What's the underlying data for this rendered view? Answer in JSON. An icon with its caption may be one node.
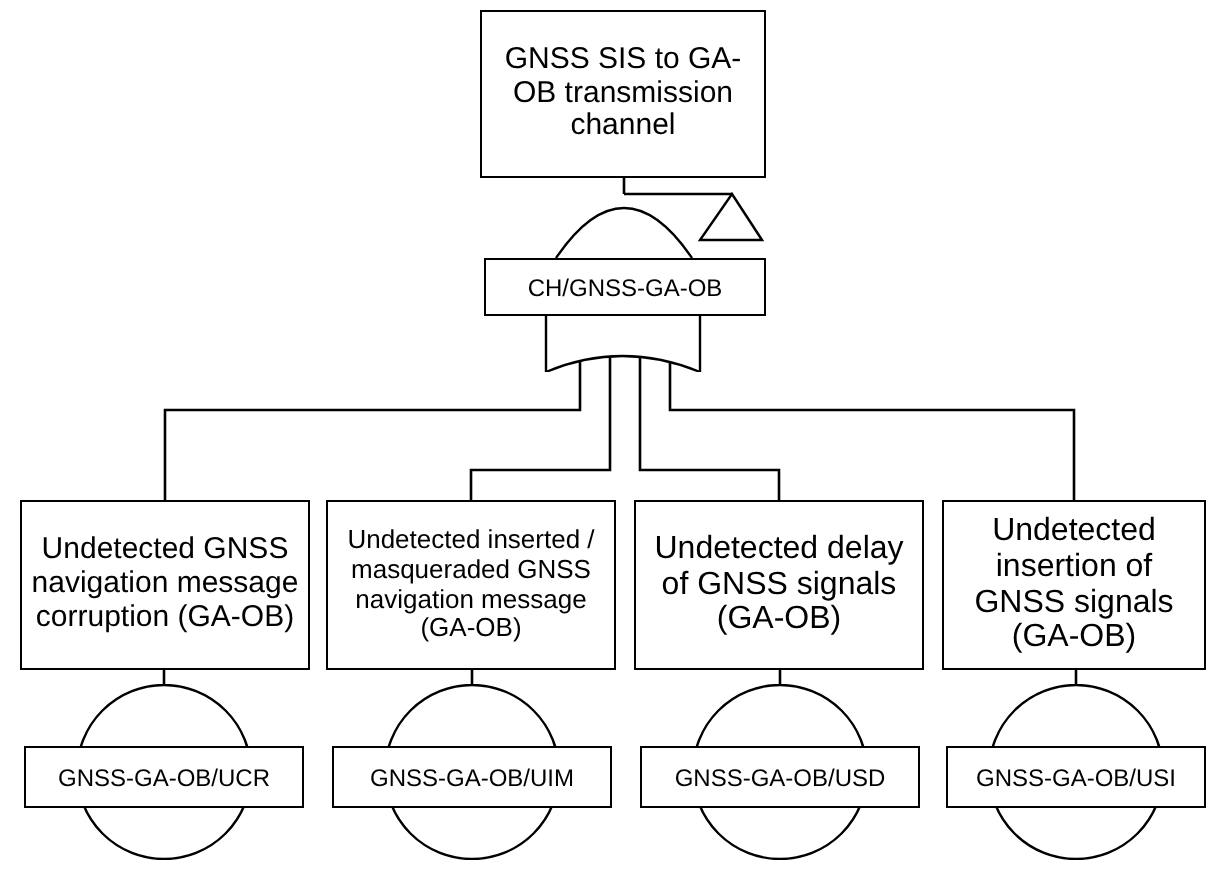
{
  "diagram": {
    "nodes": [
      {
        "text": [
          "GNSS SIS to GA-OB transmission channel"
        ]
      },
      {
        "text": [
          "CH/GNSS-GA-OB"
        ]
      },
      {
        "text": [
          "Undetected GNSS navigation message corruption (GA-OB)"
        ]
      },
      {
        "text": [
          "Undetected inserted / masqueraded GNSS navigation message (GA-OB)"
        ]
      },
      {
        "text": [
          "Undetected delay of GNSS signals (GA-OB)"
        ]
      },
      {
        "text": [
          "Undetected insertion of GNSS signals (GA-OB)"
        ]
      },
      {
        "text": [
          "GNSS-GA-OB/UCR"
        ]
      },
      {
        "text": [
          "GNSS-GA-OB/UIM"
        ]
      },
      {
        "text": [
          "GNSS-GA-OB/USD"
        ]
      },
      {
        "text": [
          "GNSS-GA-OB/USI"
        ]
      }
    ],
    "edges": [
      {
        "from": 0,
        "to": 1,
        "arrow": "none"
      },
      {
        "from": 1,
        "to": 2,
        "arrow": "none"
      },
      {
        "from": 1,
        "to": 3,
        "arrow": "none"
      },
      {
        "from": 1,
        "to": 4,
        "arrow": "none"
      },
      {
        "from": 1,
        "to": 5,
        "arrow": "none"
      },
      {
        "from": 2,
        "to": 6,
        "arrow": "none"
      },
      {
        "from": 3,
        "to": 7,
        "arrow": "none"
      },
      {
        "from": 4,
        "to": 8,
        "arrow": "none"
      },
      {
        "from": 5,
        "to": 9,
        "arrow": "none"
      }
    ]
  }
}
